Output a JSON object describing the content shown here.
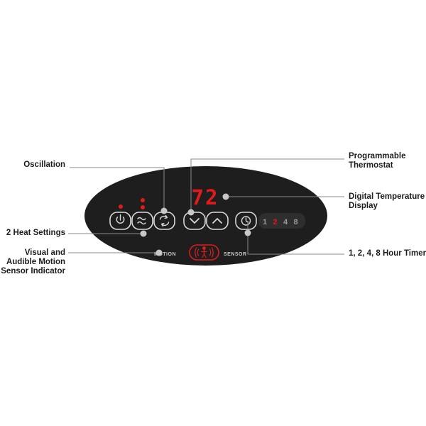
{
  "display": {
    "temperature": "72"
  },
  "panel": {
    "motion_text": "MOTION",
    "sensor_text": "SENSOR"
  },
  "timer": {
    "options": [
      "1",
      "2",
      "4",
      "8"
    ],
    "selected": "2"
  },
  "callouts": {
    "oscillation": "Oscillation",
    "programmable_line1": "Programmable",
    "programmable_line2": "Thermostat",
    "digital_line1": "Digital Temperature",
    "digital_line2": "Display",
    "heat_settings": "2 Heat Settings",
    "visual_line1": "Visual and",
    "visual_line2": "Audible Motion",
    "visual_line3": "Sensor Indicator",
    "timer_label": "1, 2, 4, 8 Hour Timer"
  },
  "colors": {
    "panel": "#1e1e1e",
    "button_border": "#d8d8d8",
    "led_red": "#e11a1a",
    "leader": "#8a8a8a",
    "timer_text": "#9a9a9a"
  },
  "icons": [
    "power-icon",
    "heat-waves-icon",
    "oscillation-icon",
    "chevron-down-icon",
    "chevron-up-icon",
    "clock-icon",
    "motion-sensor-icon"
  ]
}
